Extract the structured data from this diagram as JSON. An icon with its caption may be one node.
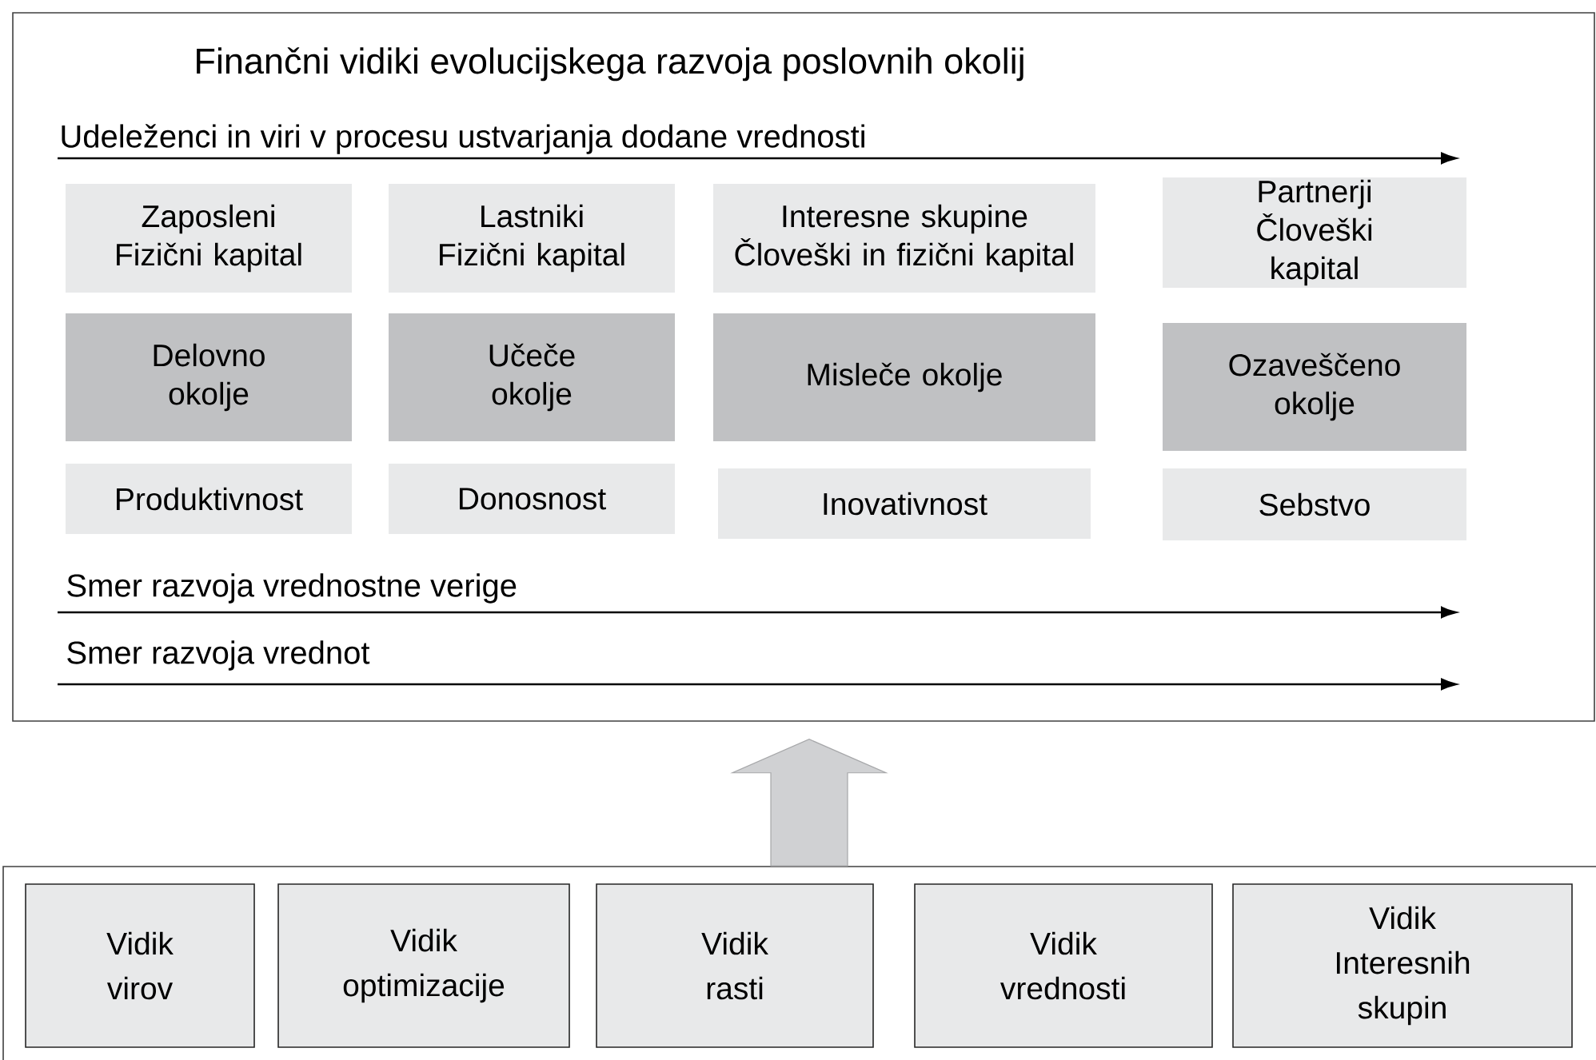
{
  "diagram": {
    "title": "Finančni vidiki evolucijskega razvoja poslovnih okolij",
    "nodes": [
      {
        "text": [],
        "shape": "box"
      },
      {
        "text": [
          "Zaposleni Fizični kapital"
        ],
        "in": 0
      },
      {
        "text": [
          "Lastniki Fizični kapital"
        ],
        "in": 0
      },
      {
        "text": [
          "Interesne skupine Človeški in fizični kapital"
        ],
        "in": 0
      },
      {
        "text": [
          "Partnerji Človeški kapital"
        ],
        "in": 0
      },
      {
        "text": [
          "Delovno okolje"
        ],
        "in": 0
      },
      {
        "text": [
          "Učeče okolje"
        ],
        "in": 0
      },
      {
        "text": [
          "Misleče okolje"
        ],
        "in": 0
      },
      {
        "text": [
          "Ozaveščeno okolje"
        ],
        "in": 0
      },
      {
        "text": [
          "Produktivnost"
        ],
        "in": 0
      },
      {
        "text": [
          "Donosnost"
        ],
        "in": 0
      },
      {
        "text": [
          "Inovativnost"
        ],
        "in": 0
      },
      {
        "text": [
          "Sebstvo"
        ],
        "in": 0
      },
      {
        "text": [],
        "shape": "box"
      },
      {
        "text": [
          "Vidik virov"
        ],
        "in": 13
      },
      {
        "text": [
          "Vidik optimizacije"
        ],
        "in": 13
      },
      {
        "text": [
          "Vidik rasti"
        ],
        "in": 13
      },
      {
        "text": [
          "Vidik vrednosti"
        ],
        "in": 13
      },
      {
        "text": [
          "Vidik Interesnih skupin"
        ],
        "in": 13
      }
    ],
    "edges": [
      {
        "from": 13,
        "to": 0,
        "arrow": "to",
        "color": "#d0d1d3"
      }
    ],
    "labels": [
      "Udeleženci in viri v procesu ustvarjanja dodane vrednosti",
      "Smer razvoja vrednostne verige",
      "Smer razvoja vrednot"
    ]
  }
}
